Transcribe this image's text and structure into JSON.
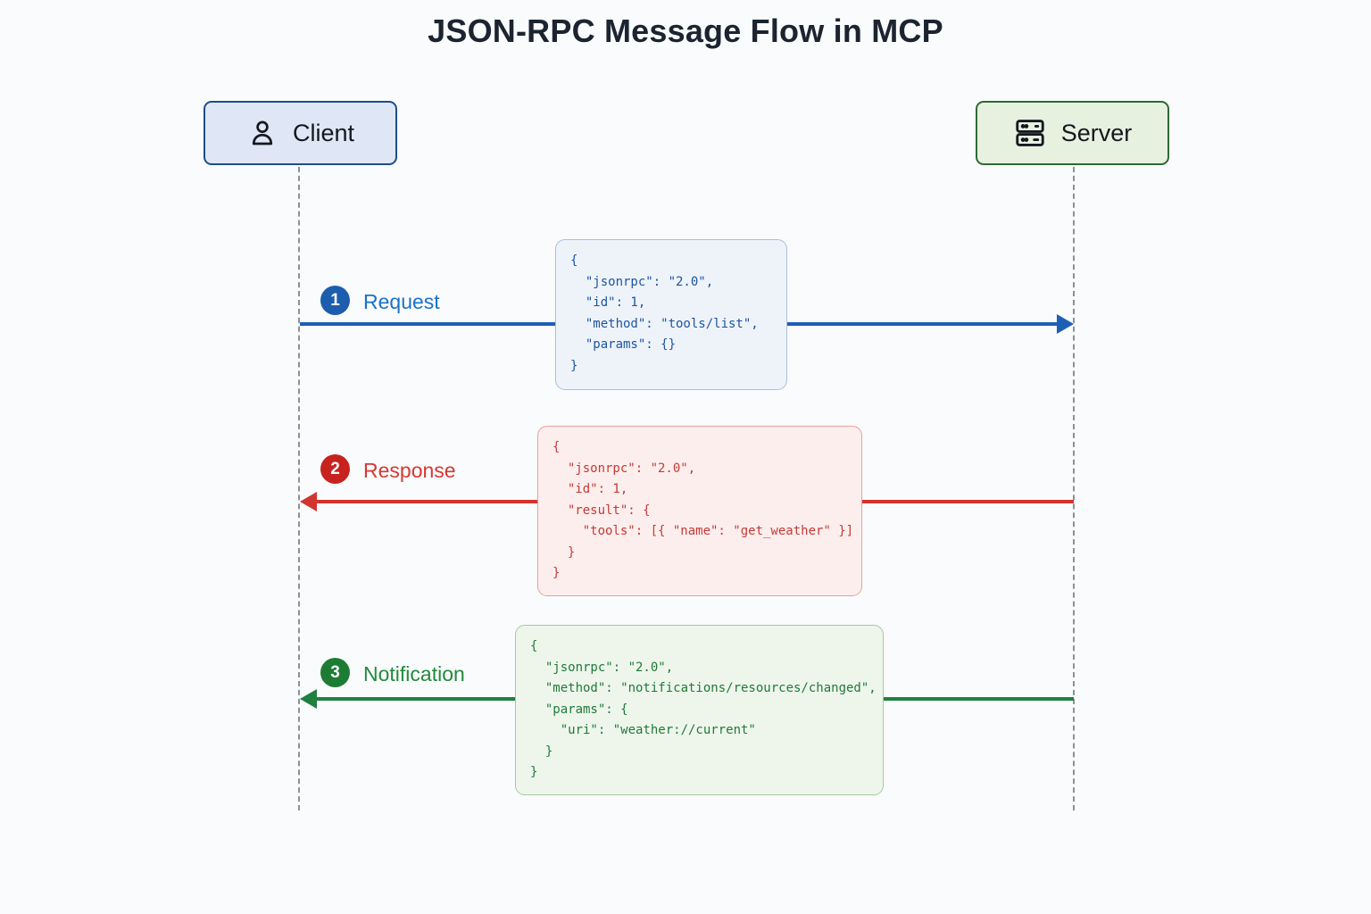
{
  "title": "JSON-RPC Message Flow in MCP",
  "actors": {
    "client": {
      "label": "Client",
      "icon": "user-icon",
      "fill": "#dfe7f6",
      "border": "#1d4e89"
    },
    "server": {
      "label": "Server",
      "icon": "server-icon",
      "fill": "#e6f1e0",
      "border": "#2d6a34"
    }
  },
  "messages": [
    {
      "number": "1",
      "label": "Request",
      "direction": "right",
      "accent": "#1c5fb5",
      "badge_color": "#1c5dad",
      "label_color": "#1b72c8",
      "code": "{\n  \"jsonrpc\": \"2.0\",\n  \"id\": 1,\n  \"method\": \"tools/list\",\n  \"params\": {}\n}"
    },
    {
      "number": "2",
      "label": "Response",
      "direction": "left",
      "accent": "#d23430",
      "badge_color": "#c8221e",
      "label_color": "#d63832",
      "code": "{\n  \"jsonrpc\": \"2.0\",\n  \"id\": 1,\n  \"result\": {\n    \"tools\": [{ \"name\": \"get_weather\" }]\n  }\n}"
    },
    {
      "number": "3",
      "label": "Notification",
      "direction": "left",
      "accent": "#1f8040",
      "badge_color": "#1d7c34",
      "label_color": "#218a3c",
      "code": "{\n  \"jsonrpc\": \"2.0\",\n  \"method\": \"notifications/resources/changed\",\n  \"params\": {\n    \"uri\": \"weather://current\"\n  }\n}"
    }
  ]
}
